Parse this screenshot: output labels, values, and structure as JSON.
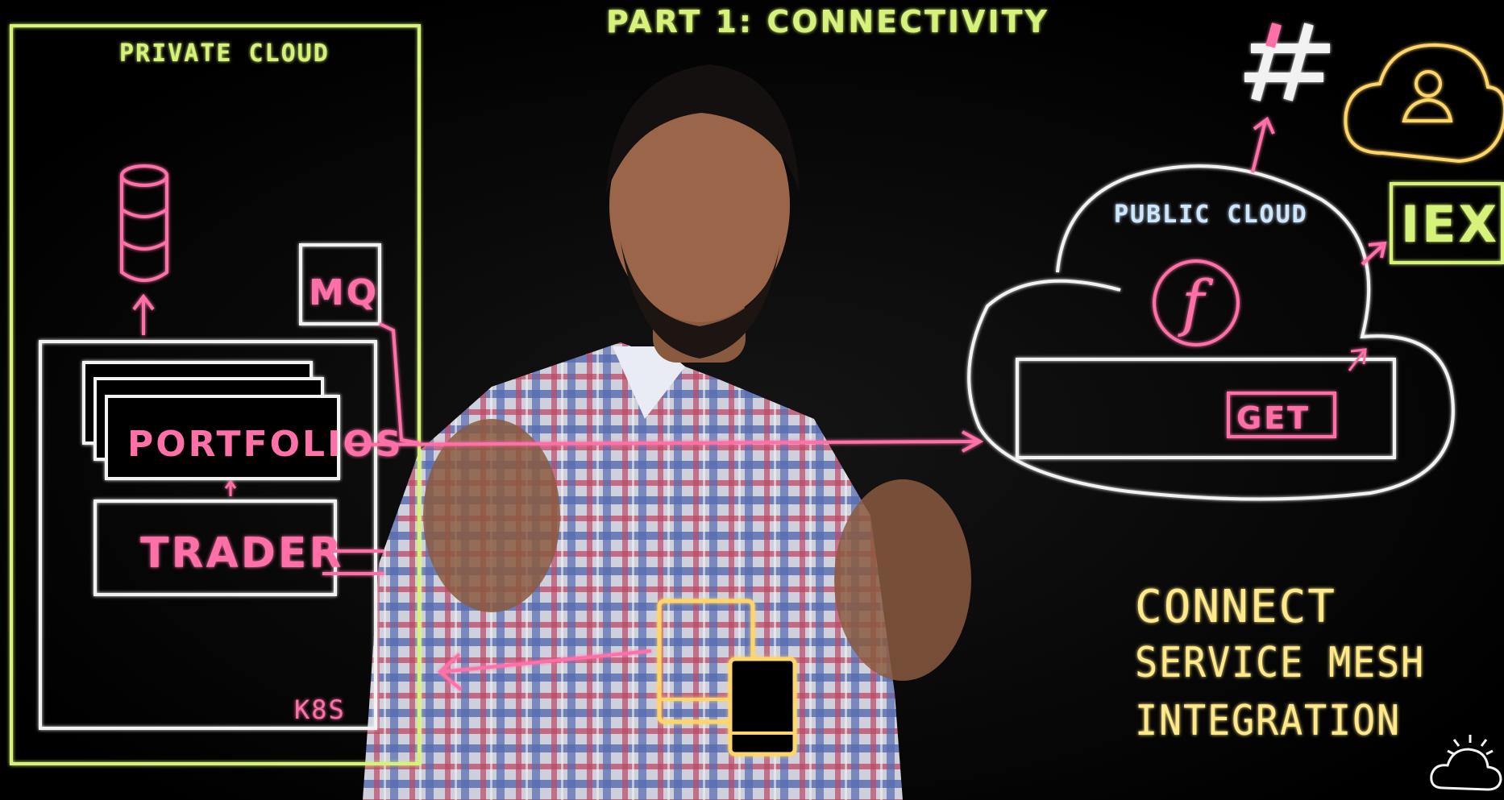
{
  "header": {
    "title": "PART 1: CONNECTIVITY"
  },
  "private_cloud": {
    "label": "PRIVATE CLOUD",
    "mq": "MQ",
    "k8s": "K8S",
    "portfolios": "PORTFOLIOS",
    "trader": "TRADER"
  },
  "public_cloud": {
    "label": "PUBLIC CLOUD",
    "function_symbol": "f",
    "get": "GET"
  },
  "external": {
    "iex": "IEX",
    "slack": "#"
  },
  "notes": {
    "line1": "CONNECT",
    "line2": "SERVICE MESH",
    "line3": "INTEGRATION"
  },
  "colors": {
    "green": "#d6f27a",
    "pink": "#ff6fa8",
    "white": "#f2f2f2",
    "yellow": "#ffd56a",
    "blue": "#cfe6ff"
  },
  "icons": [
    "database-icon",
    "hashtag-icon",
    "user-cloud-icon",
    "tablet-icon",
    "phone-icon",
    "ibm-cloud-icon"
  ]
}
